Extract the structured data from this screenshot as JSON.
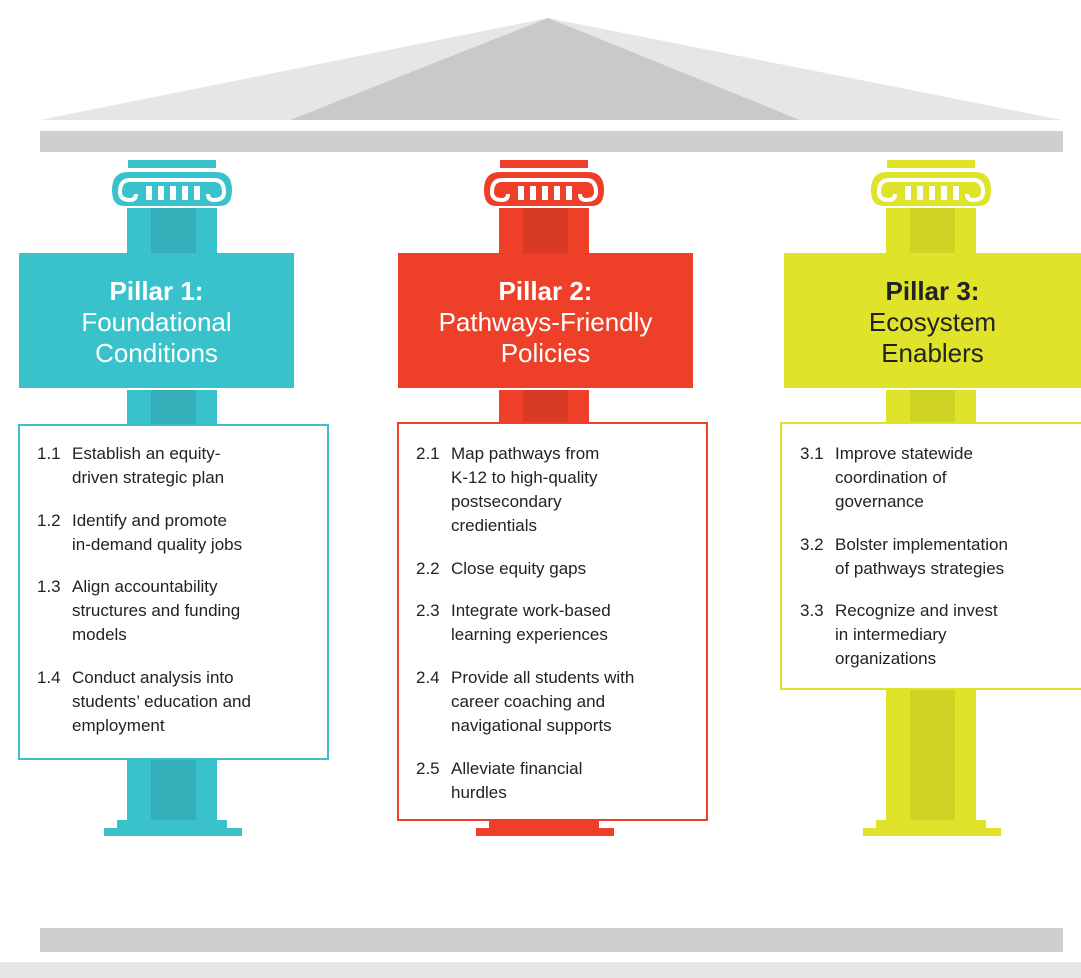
{
  "colors": {
    "teal": "#3ac2cc",
    "red": "#ee3f28",
    "lime": "#dfe32a",
    "gray": "#cfcfcf"
  },
  "pillars": [
    {
      "number_label": "Pillar 1:",
      "name_lines": [
        "Foundational",
        "Conditions"
      ],
      "items": [
        {
          "num": "1.1",
          "lines": [
            "Establish an equity-",
            "driven strategic plan"
          ]
        },
        {
          "num": "1.2",
          "lines": [
            "Identify and promote",
            "in-demand quality jobs"
          ]
        },
        {
          "num": "1.3",
          "lines": [
            "Align accountability",
            "structures and funding",
            "models"
          ]
        },
        {
          "num": "1.4",
          "lines": [
            "Conduct analysis into",
            "students’ education and",
            "employment"
          ]
        }
      ]
    },
    {
      "number_label": "Pillar 2:",
      "name_lines": [
        "Pathways-Friendly",
        "Policies"
      ],
      "items": [
        {
          "num": "2.1",
          "lines": [
            "Map pathways from",
            "K-12 to high-quality",
            "postsecondary",
            "credientials"
          ]
        },
        {
          "num": "2.2",
          "lines": [
            "Close equity gaps"
          ]
        },
        {
          "num": "2.3",
          "lines": [
            "Integrate work-based",
            "learning experiences"
          ]
        },
        {
          "num": "2.4",
          "lines": [
            "Provide all students with",
            "career coaching and",
            "navigational supports"
          ]
        },
        {
          "num": "2.5",
          "lines": [
            "Alleviate financial",
            "hurdles"
          ]
        }
      ]
    },
    {
      "number_label": "Pillar 3:",
      "name_lines": [
        "Ecosystem",
        "Enablers"
      ],
      "items": [
        {
          "num": "3.1",
          "lines": [
            "Improve statewide",
            "coordination of",
            "governance"
          ]
        },
        {
          "num": "3.2",
          "lines": [
            "Bolster implementation",
            "of pathways strategies"
          ]
        },
        {
          "num": "3.3",
          "lines": [
            "Recognize and invest",
            "in intermediary",
            "organizations"
          ]
        }
      ]
    }
  ]
}
